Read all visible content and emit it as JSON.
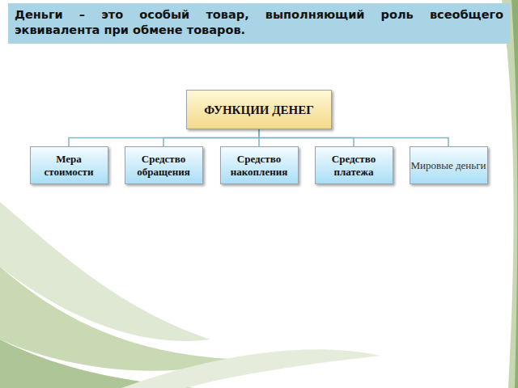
{
  "diagram": {
    "title": "Деньги – это особый товар, выполняющий роль всеобщего эквивалента при обмене товаров.",
    "nodes": [
      {
        "text": [
          "ФУНКЦИИ ДЕНЕГ"
        ]
      },
      {
        "text": [
          "Мера стоимости"
        ]
      },
      {
        "text": [
          "Средство обращения"
        ]
      },
      {
        "text": [
          "Средство накопления"
        ]
      },
      {
        "text": [
          "Средство платежа"
        ]
      },
      {
        "text": [
          "Мировые деньги"
        ]
      }
    ],
    "edges": [
      {
        "from": 0,
        "to": 1,
        "arrow": "none"
      },
      {
        "from": 0,
        "to": 2,
        "arrow": "none"
      },
      {
        "from": 0,
        "to": 3,
        "arrow": "none"
      },
      {
        "from": 0,
        "to": 4,
        "arrow": "none"
      },
      {
        "from": 0,
        "to": 5,
        "arrow": "none"
      }
    ]
  }
}
